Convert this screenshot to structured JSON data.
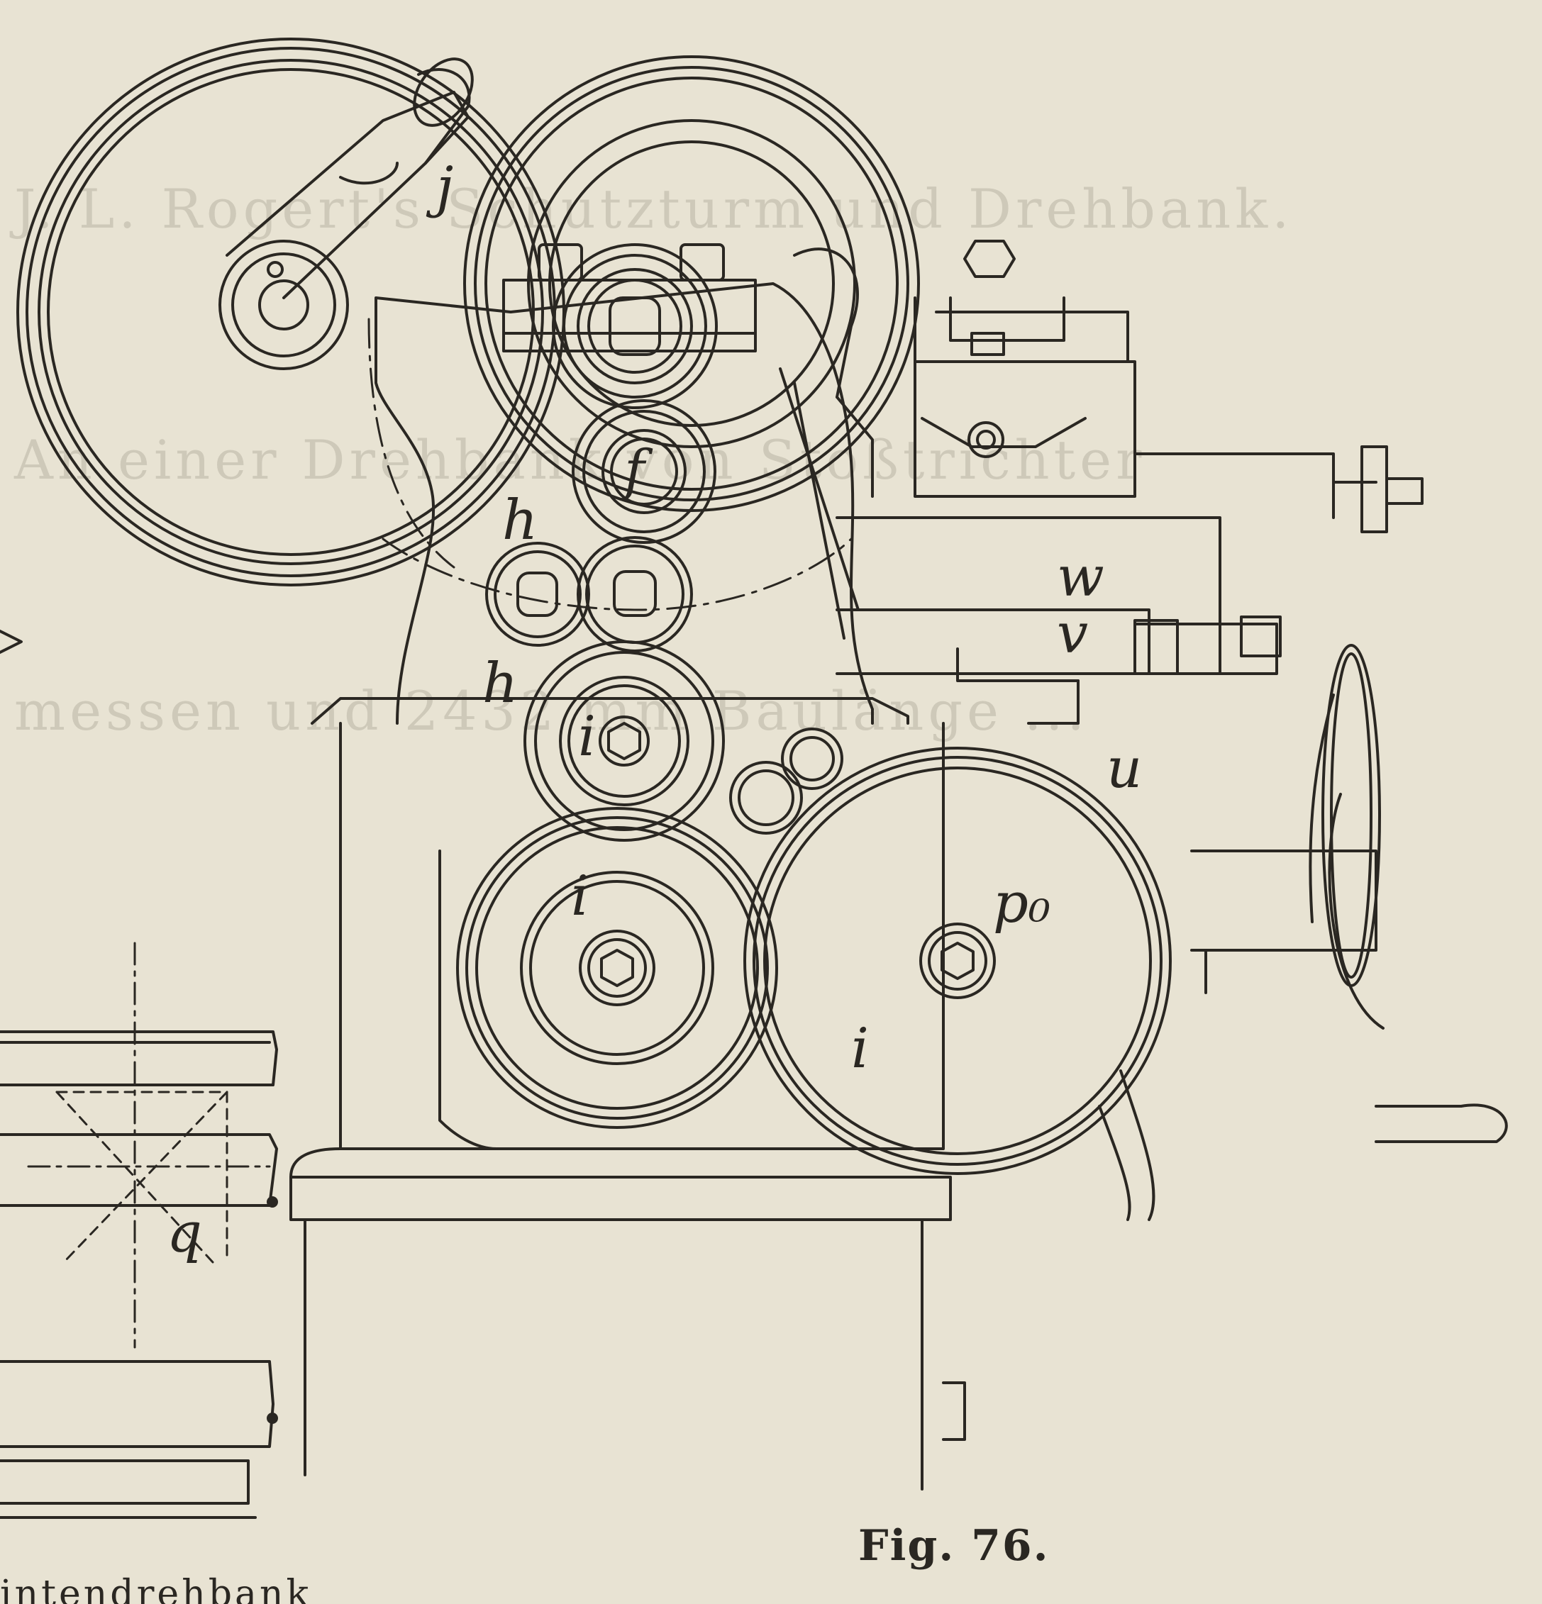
{
  "bleed_through": [
    "J. L. Rogert's Schutzturm und Drehbank.",
    "An einer Drehbank von Stoßtrichter",
    "messen und 2432 mm Baulänge ...",
    "",
    "",
    "",
    "",
    ""
  ],
  "labels": {
    "j": "j",
    "f": "f",
    "h1": "h",
    "h2": "h",
    "w": "w",
    "v": "v",
    "i1": "i",
    "i2": "i",
    "i3": "i",
    "u": "u",
    "p0": "p₀",
    "q": "q"
  },
  "caption": "Fig. 76.",
  "bottom_fragment": "intendrehbank",
  "colors": {
    "paper": "#e8e3d3",
    "ink": "#2a2722",
    "bleed": "#b9b4a5"
  }
}
